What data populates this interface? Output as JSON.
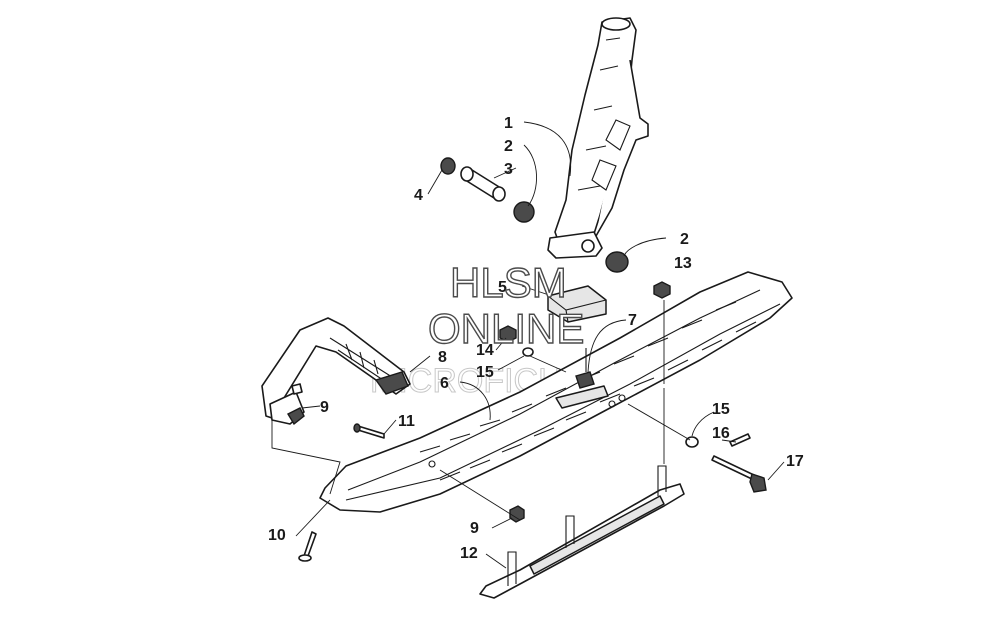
{
  "watermark": {
    "line1": "HLSM",
    "line2": "ONLINE",
    "line3": "MICROFICHE"
  },
  "callouts": {
    "c1": "1",
    "c2a": "2",
    "c2b": "2",
    "c3": "3",
    "c4": "4",
    "c5": "5",
    "c6": "6",
    "c7": "7",
    "c8": "8",
    "c9a": "9",
    "c9b": "9",
    "c10": "10",
    "c11": "11",
    "c12": "12",
    "c13": "13",
    "c14": "14",
    "c15a": "15",
    "c15b": "15",
    "c16": "16",
    "c17": "17"
  }
}
